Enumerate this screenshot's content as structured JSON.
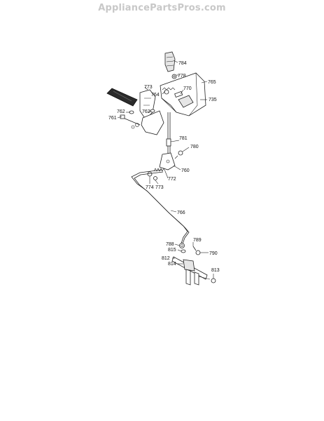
{
  "site": {
    "watermark": "AppliancePartsPros.com"
  },
  "callouts": [
    {
      "id": "784",
      "label": "784"
    },
    {
      "id": "778",
      "label": "778"
    },
    {
      "id": "765",
      "label": "765"
    },
    {
      "id": "773",
      "label": "773"
    },
    {
      "id": "770",
      "label": "770"
    },
    {
      "id": "764",
      "label": "764"
    },
    {
      "id": "735",
      "label": "735"
    },
    {
      "id": "762a",
      "label": "762"
    },
    {
      "id": "762b",
      "label": "762"
    },
    {
      "id": "761",
      "label": "761"
    },
    {
      "id": "781",
      "label": "781"
    },
    {
      "id": "780",
      "label": "780"
    },
    {
      "id": "760",
      "label": "760"
    },
    {
      "id": "772",
      "label": "772"
    },
    {
      "id": "774",
      "label": "774"
    },
    {
      "id": "773b",
      "label": "773"
    },
    {
      "id": "766",
      "label": "766"
    },
    {
      "id": "789",
      "label": "789"
    },
    {
      "id": "788",
      "label": "788"
    },
    {
      "id": "815",
      "label": "815"
    },
    {
      "id": "790",
      "label": "790"
    },
    {
      "id": "812",
      "label": "812"
    },
    {
      "id": "814",
      "label": "814"
    },
    {
      "id": "813",
      "label": "813"
    }
  ]
}
